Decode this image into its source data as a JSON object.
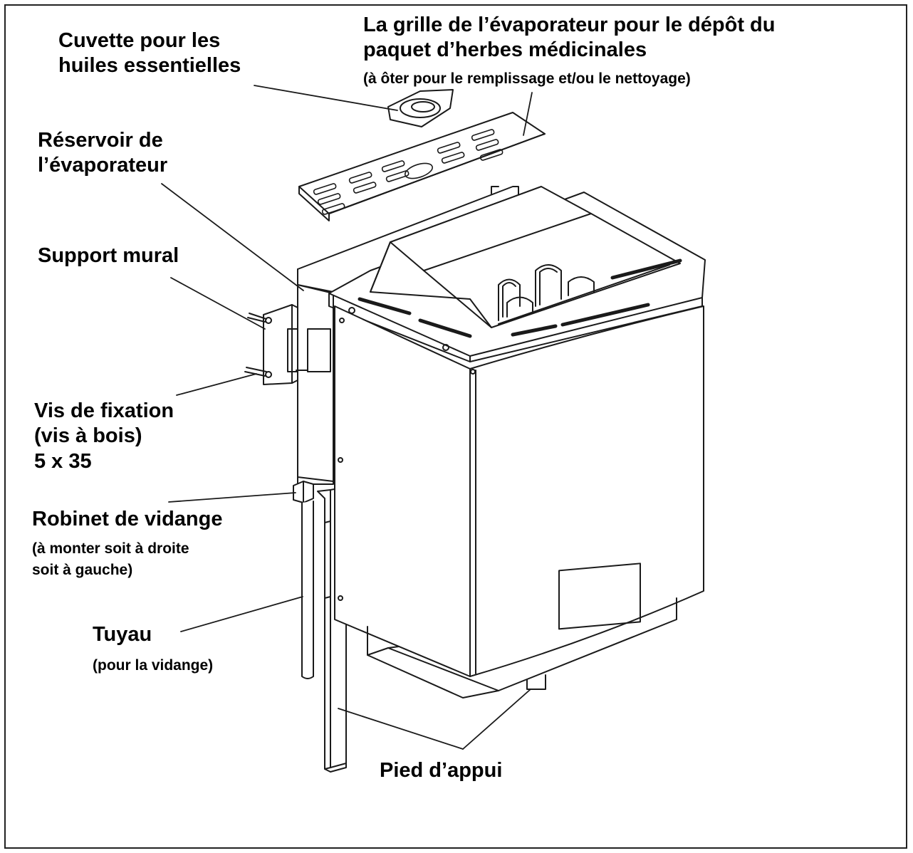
{
  "labels": {
    "oil_cup": {
      "line1": "Cuvette pour les",
      "line2": "huiles essentielles"
    },
    "grille": {
      "line1": "La grille de l’évaporateur pour le dépôt du",
      "line2": "paquet d’herbes médicinales",
      "note": "(à ôter pour le remplissage et/ou le nettoyage)"
    },
    "reservoir": {
      "line1": "Réservoir de",
      "line2": "l’évaporateur"
    },
    "wall_support": {
      "line1": "Support mural"
    },
    "screws": {
      "line1": "Vis de fixation",
      "line2": "(vis à bois)",
      "line3": "5 x 35"
    },
    "drain_valve": {
      "line1": "Robinet de vidange",
      "note1": "(à monter soit à droite",
      "note2": "soit à gauche)"
    },
    "pipe": {
      "line1": "Tuyau",
      "note": "(pour la vidange)"
    },
    "foot": {
      "line1": "Pied d’appui"
    }
  }
}
